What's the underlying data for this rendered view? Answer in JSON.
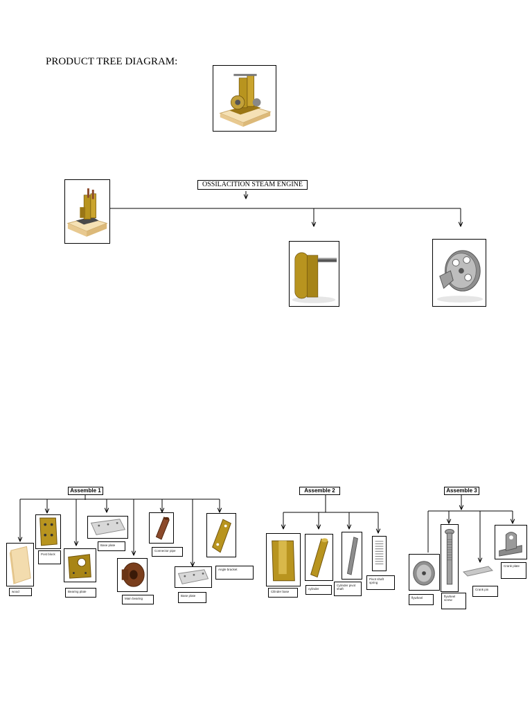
{
  "page": {
    "title": "PRODUCT TREE DIAGRAM:"
  },
  "tree": {
    "root_label": "OSSILACITION STEAM ENGINE"
  },
  "colors": {
    "brass": "#b8941f",
    "brass_dark": "#7a5e0e",
    "wood": "#f1d9a8",
    "steel": "#a9a9a9",
    "copper": "#7a3e1c"
  },
  "assembly1": {
    "title": "Assemble 1",
    "parts": [
      "wood",
      "Post block",
      "Bearing plate",
      "Base plate",
      "Main bearing",
      "Connector pipe",
      "Base plate",
      "Angle bracket"
    ]
  },
  "assembly2": {
    "title": "Assemble 2",
    "parts": [
      "Cilinder base",
      "cylinder",
      "Cylinder pivot shaft",
      "Pivot shaft spring"
    ]
  },
  "assembly3": {
    "title": "Assemble 3",
    "parts": [
      "flywheel",
      "flywheel screw",
      "Crank pin",
      "Crank plate"
    ]
  }
}
